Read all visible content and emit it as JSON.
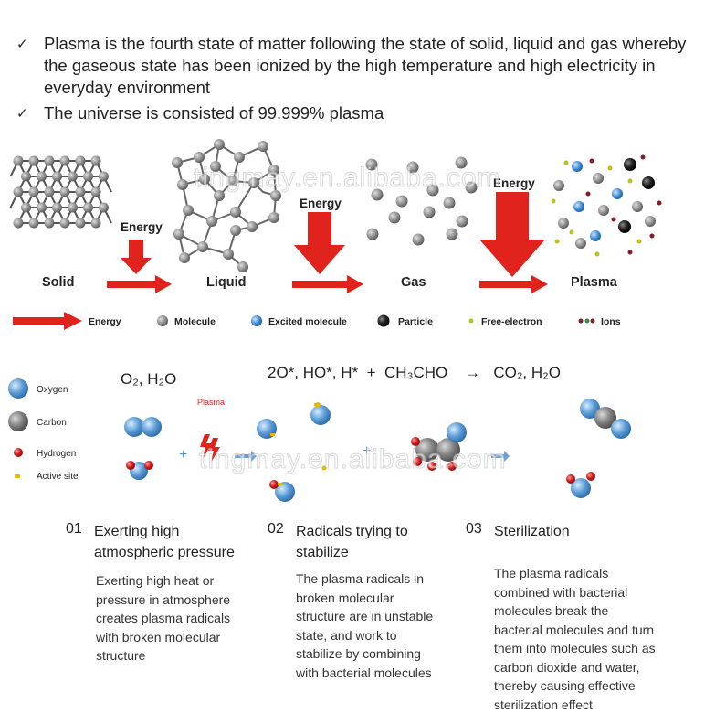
{
  "bullets": [
    {
      "icon": "check-mark-icon",
      "text": "Plasma is the fourth state of matter following the state of solid, liquid and gas whereby the gaseous state has been ionized by the high temperature and high electricity in everyday environment"
    },
    {
      "icon": "check-mark-icon",
      "text": "The universe is consisted of 99.999% plasma"
    }
  ],
  "states": {
    "solid": "Solid",
    "liquid": "Liquid",
    "gas": "Gas",
    "plasma": "Plasma",
    "energy_labels": [
      "Energy",
      "Energy",
      "Energy"
    ]
  },
  "legend_top": {
    "energy": "Energy",
    "molecule": "Molecule",
    "excited": "Excited molecule",
    "particle": "Particle",
    "free_electron": "Free-electron",
    "ions": "Ions"
  },
  "legend_side": {
    "oxygen": "Oxygen",
    "carbon": "Carbon",
    "hydrogen": "Hydrogen",
    "active_site": "Active site"
  },
  "reaction": {
    "reactants": "O₂, H₂O",
    "plasma_label": "Plasma",
    "equation": "2O*, HO*, H*  +  CH₃CHO    →   CO₂, H₂O"
  },
  "steps": [
    {
      "num": "01",
      "title_1": "Exerting high",
      "title_2": "atmospheric pressure",
      "desc": [
        "Exerting high heat or",
        "pressure in atmosphere",
        "creates plasma radicals",
        "with broken molecular",
        "structure"
      ]
    },
    {
      "num": "02",
      "title_1": "Radicals trying to",
      "title_2": "stabilize",
      "desc": [
        "The plasma radicals in",
        "broken molecular",
        "structure are in unstable",
        "state, and work to",
        "stabilize by combining",
        "with bacterial molecules"
      ]
    },
    {
      "num": "03",
      "title_1": "Sterilization",
      "title_2": "",
      "desc": [
        "The plasma radicals",
        "combined with bacterial",
        "molecules break the",
        "bacterial molecules and turn",
        "them into molecules such as",
        "carbon dioxide and water,",
        "thereby causing effective",
        "sterilization effect"
      ]
    }
  ],
  "watermark": "tingmay.en.alibaba.com",
  "colors": {
    "arrow": "#e0231c",
    "molecule": "#8d8d8d",
    "excited": "#4a90d9",
    "oxygen": "#5b9bd5",
    "carbon": "#7f7f7f",
    "hydrogen": "#d01c1c",
    "active": "#e8b800",
    "particle": "#111111",
    "free_electron": "#b8c21a",
    "ion": "#8a1a2a"
  }
}
